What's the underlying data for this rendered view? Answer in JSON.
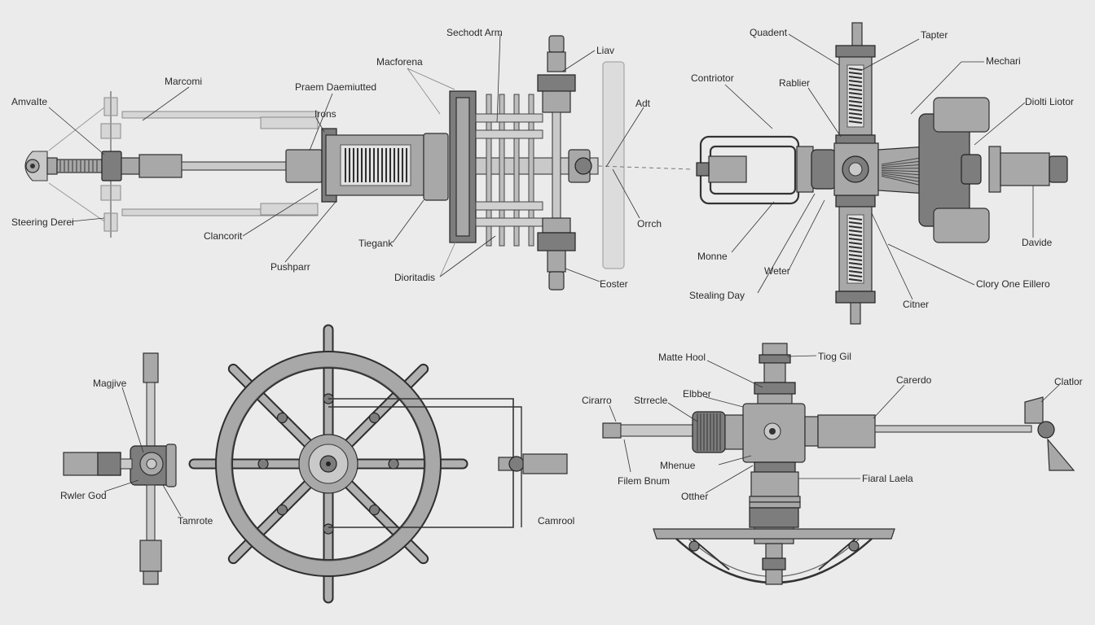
{
  "labels": {
    "amvaite": "AmvaIte",
    "marcomi": "Marcomi",
    "steering_derei": "Steering Derei",
    "clancorit": "Clancorit",
    "pushparr": "Pushparr",
    "praem_daemiutted": "Praem Daemiutted",
    "irons": "Irons",
    "macforena": "Macforena",
    "sechodt_arm": "Sechodt Arm",
    "liav": "Liav",
    "adt": "Adt",
    "orrch": "Orrch",
    "eoster": "Eoster",
    "tiegank": "Tiegank",
    "dioritadis": "Dioritadis",
    "quadent": "Quadent",
    "tapter": "Tapter",
    "mechari": "Mechari",
    "contriotor": "Contriotor",
    "rablier": "Rablier",
    "diolti_liotor": "Diolti Liotor",
    "davide": "Davide",
    "monne": "Monne",
    "weter": "Weter",
    "stealing_day": "Stealing Day",
    "citner": "Citner",
    "clory_one_eillero": "Clory One Eillero",
    "magjive": "Magjive",
    "rwler_god": "Rwler God",
    "tamrote": "Tamrote",
    "camrool": "Camrool",
    "matte_hool": "Matte Hool",
    "tiog_gil": "Tiog Gil",
    "carerdo": "Carerdo",
    "clatlor": "Clatlor",
    "cirarro": "Cirarro",
    "elbber": "Elbber",
    "strrecle": "Strrecle",
    "mhenue": "Mhenue",
    "filem_bnum": "Filem Bnum",
    "otther": "Otther",
    "fiaral_laela": "Fiaral Laela"
  },
  "colors": {
    "background": "#ebebeb",
    "metal": "#a8a8a8",
    "metal_dark": "#7d7d7d",
    "line": "#333333"
  }
}
